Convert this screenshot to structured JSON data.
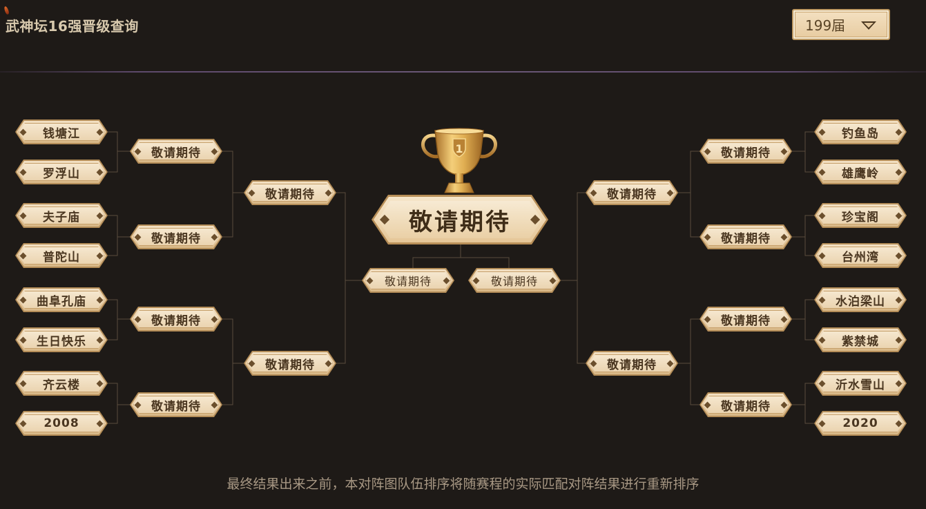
{
  "page": {
    "title": "武神坛16强晋级查询"
  },
  "season_select": {
    "value": "199届"
  },
  "bracket": {
    "left_round1": [
      "钱塘江",
      "罗浮山",
      "夫子庙",
      "普陀山",
      "曲阜孔庙",
      "生日快乐",
      "齐云楼",
      "2008"
    ],
    "right_round1": [
      "钓鱼岛",
      "雄鹰岭",
      "珍宝阁",
      "台州湾",
      "水泊梁山",
      "紫禁城",
      "沂水雪山",
      "2020"
    ],
    "left_round2": [
      "敬请期待",
      "敬请期待",
      "敬请期待",
      "敬请期待"
    ],
    "right_round2": [
      "敬请期待",
      "敬请期待",
      "敬请期待",
      "敬请期待"
    ],
    "left_round3": [
      "敬请期待",
      "敬请期待"
    ],
    "right_round3": [
      "敬请期待",
      "敬请期待"
    ],
    "semifinal_left": "敬请期待",
    "semifinal_right": "敬请期待",
    "champion": "敬请期待"
  },
  "trophy": {
    "icon": "trophy-icon",
    "rank": "1",
    "color": "#c9913f"
  },
  "footer": {
    "note": "最终结果出来之前，本对阵图队伍排序将随赛程的实际匹配对阵结果进行重新排序"
  }
}
